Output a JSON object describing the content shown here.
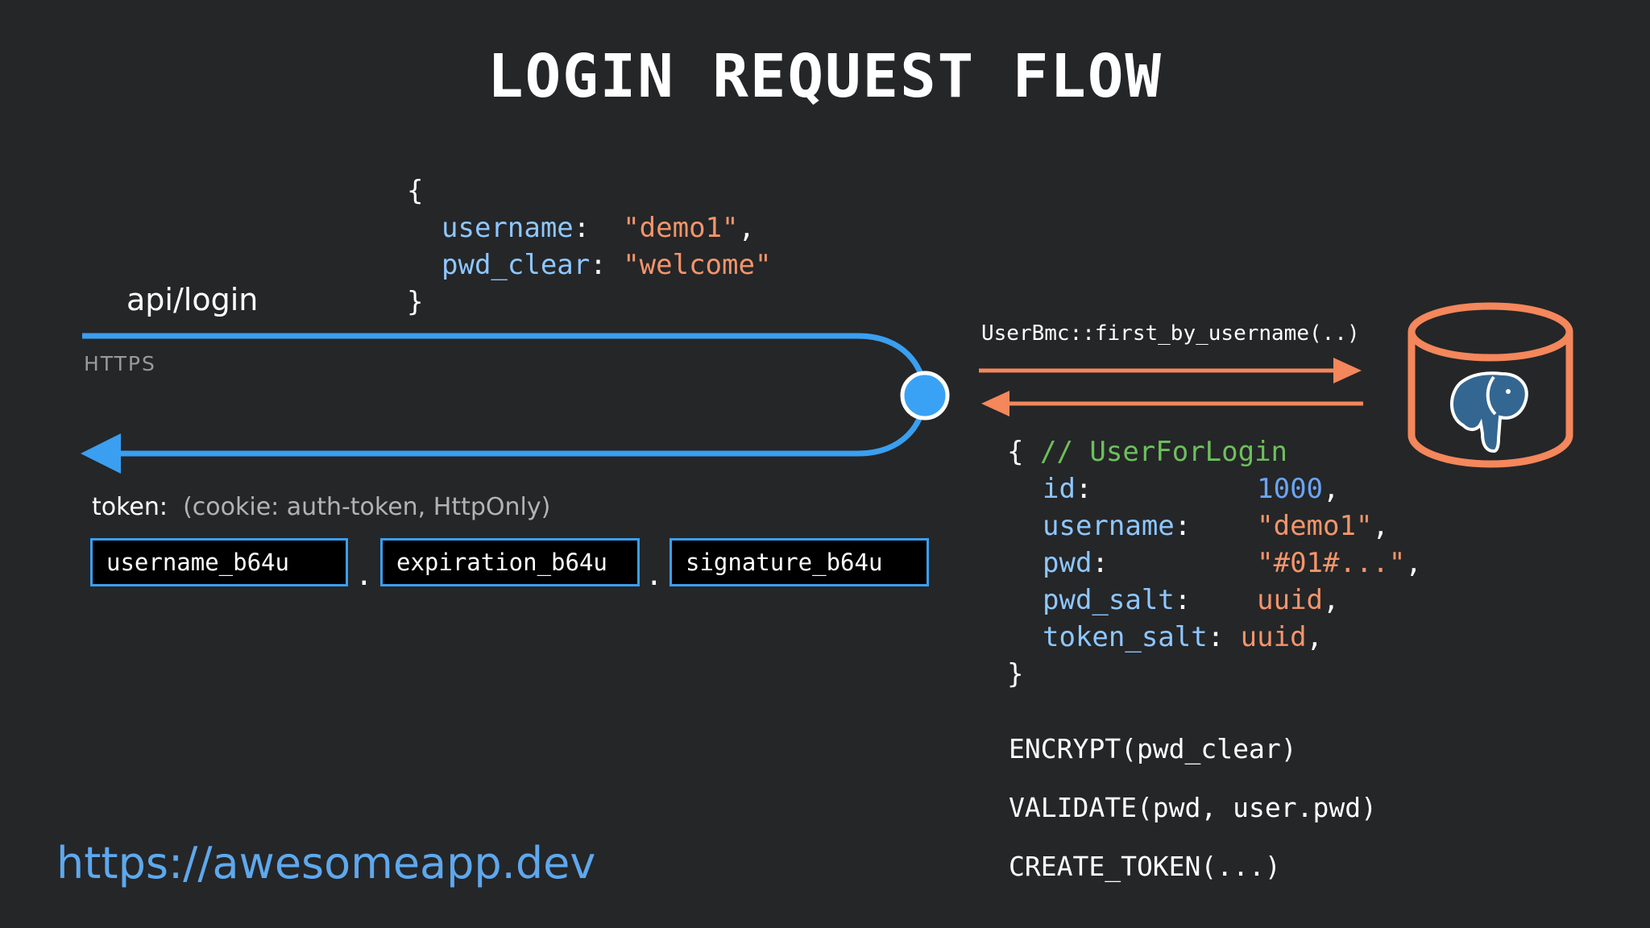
{
  "title": "LOGIN REQUEST FLOW",
  "request": {
    "endpoint": "api/login",
    "protocol": "HTTPS",
    "body": {
      "open": "{",
      "close": "}",
      "fields": [
        {
          "key": "username",
          "sep": ":  ",
          "value": "\"demo1\"",
          "trail": ","
        },
        {
          "key": "pwd_clear",
          "sep": ": ",
          "value": "\"welcome\"",
          "trail": ""
        }
      ]
    }
  },
  "token": {
    "label": "token:",
    "note": "(cookie: auth-token, HttpOnly)",
    "parts": [
      "username_b64u",
      "expiration_b64u",
      "signature_b64u"
    ],
    "separator": "."
  },
  "db_call": {
    "function": "UserBmc::first_by_username(..)",
    "database_icon": "postgresql-elephant-icon"
  },
  "user_for_login": {
    "open": "{",
    "comment": "// UserForLogin",
    "close": "}",
    "fields": [
      {
        "key": "id",
        "sep": ":          ",
        "value": "1000",
        "type": "num",
        "trail": ","
      },
      {
        "key": "username",
        "sep": ":    ",
        "value": "\"demo1\"",
        "type": "str",
        "trail": ","
      },
      {
        "key": "pwd",
        "sep": ":         ",
        "value": "\"#01#...\"",
        "type": "str",
        "trail": ","
      },
      {
        "key": "pwd_salt",
        "sep": ":    ",
        "value": "uuid",
        "type": "str",
        "trail": ","
      },
      {
        "key": "token_salt",
        "sep": ": ",
        "value": "uuid",
        "type": "str",
        "trail": ","
      }
    ]
  },
  "operations": [
    "ENCRYPT(pwd_clear)",
    "VALIDATE(pwd, user.pwd)",
    "CREATE_TOKEN(...)"
  ],
  "footer_url": "https://awesomeapp.dev",
  "colors": {
    "background": "#252628",
    "flow_blue": "#3a9ff0",
    "db_orange": "#f4875b",
    "key": "#8ec7ff",
    "string": "#f4956b",
    "comment": "#6dc05c"
  }
}
